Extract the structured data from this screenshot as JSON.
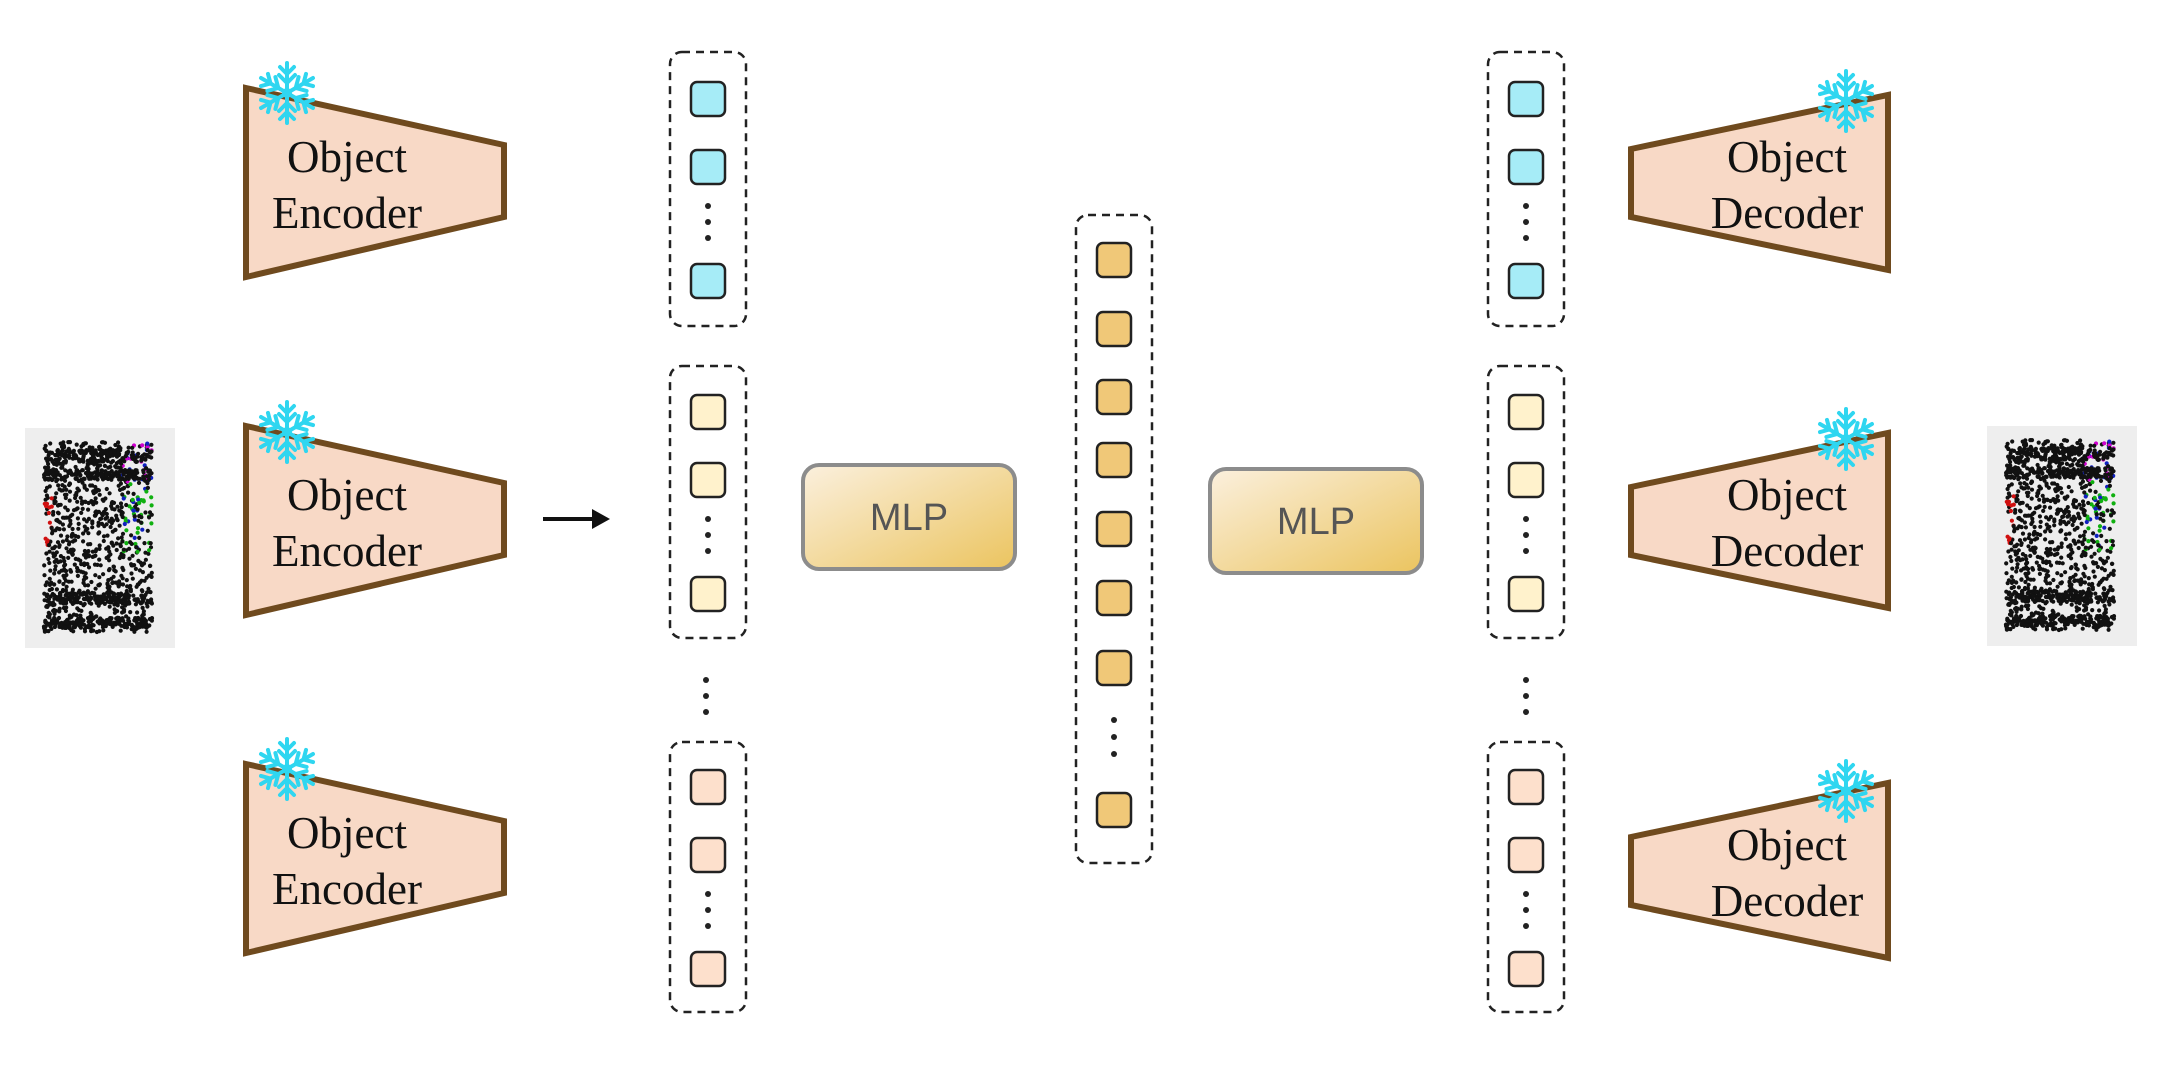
{
  "encoder_label": [
    "Object",
    "Encoder"
  ],
  "decoder_label": [
    "Object",
    "Decoder"
  ],
  "mlp_label": "MLP",
  "colors": {
    "trapezoid_fill": "#f8d9c6",
    "trapezoid_stroke": "#6f4a1e",
    "token_blue": "#a6ecf7",
    "token_yellow": "#fff2cc",
    "token_peach": "#fde0cc",
    "token_gold": "#f0c878",
    "mlp_gradient_start": "#fbf0de",
    "mlp_gradient_end": "#ebc45f",
    "snowflake": "#2fd6f0",
    "arrow": "#111111"
  },
  "icons": {
    "frozen": "snowflake-icon",
    "input": "point-cloud-icon",
    "output": "point-cloud-icon"
  }
}
